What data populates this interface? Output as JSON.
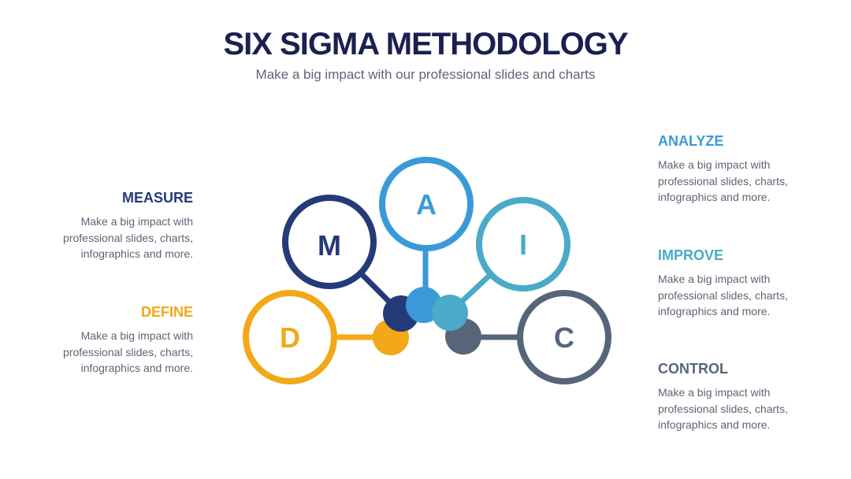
{
  "header": {
    "title": "SIX SIGMA METHODOLOGY",
    "subtitle": "Make a big impact with our professional slides and charts"
  },
  "colors": {
    "title": "#1b2050",
    "measure": "#253a78",
    "define": "#f2a818",
    "analyze": "#3a9ad9",
    "improve": "#4aaac8",
    "control": "#56657a"
  },
  "steps": {
    "measure": {
      "letter": "M",
      "title": "MEASURE",
      "lines": [
        "Make a big impact with",
        "professional slides, charts,",
        "infographics and more."
      ]
    },
    "define": {
      "letter": "D",
      "title": "DEFINE",
      "lines": [
        "Make a big impact with",
        "professional slides, charts,",
        "infographics and more."
      ]
    },
    "analyze": {
      "letter": "A",
      "title": "ANALYZE",
      "lines": [
        "Make a big impact with",
        "professional slides, charts,",
        "infographics and more."
      ]
    },
    "improve": {
      "letter": "I",
      "title": "IMPROVE",
      "lines": [
        "Make a big impact with",
        "professional slides, charts,",
        "infographics and more."
      ]
    },
    "control": {
      "letter": "C",
      "title": "CONTROL",
      "lines": [
        "Make a big impact with",
        "professional slides, charts,",
        "infographics and more."
      ]
    }
  }
}
